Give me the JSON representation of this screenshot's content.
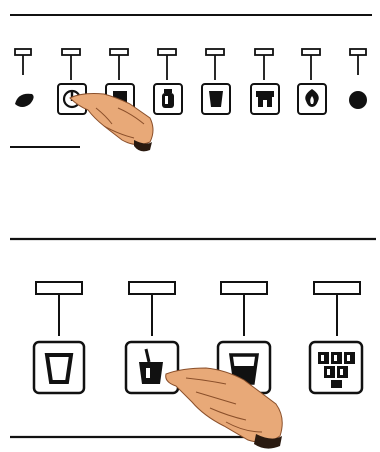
{
  "panels": [
    {
      "id": "top",
      "buttons": [
        {
          "name": "bean-button",
          "icon": "coffee-bean-icon"
        },
        {
          "name": "power-button",
          "icon": "power-icon"
        },
        {
          "name": "square-button",
          "icon": "square-icon"
        },
        {
          "name": "bottle-button",
          "icon": "bottle-icon"
        },
        {
          "name": "cup-button",
          "icon": "cup-icon"
        },
        {
          "name": "hood-button",
          "icon": "hood-icon"
        },
        {
          "name": "flame-button",
          "icon": "flame-icon"
        },
        {
          "name": "dot-button",
          "icon": "dot-icon"
        }
      ],
      "hand_on": "power-button"
    },
    {
      "id": "bottom",
      "buttons": [
        {
          "name": "small-cup-button",
          "icon": "empty-cup-icon"
        },
        {
          "name": "cup-with-straw-button",
          "icon": "cup-with-straw-icon"
        },
        {
          "name": "cup-dispense-button",
          "icon": "filled-cup-icon"
        },
        {
          "name": "multi-cup-button",
          "icon": "multi-cup-icon"
        }
      ],
      "hand_on": "cup-with-straw-button"
    }
  ],
  "colors": {
    "line": "#111111",
    "indicator_fill": "#ffffff",
    "skin": "#e8a978",
    "skin_shadow": "#b8703f"
  }
}
